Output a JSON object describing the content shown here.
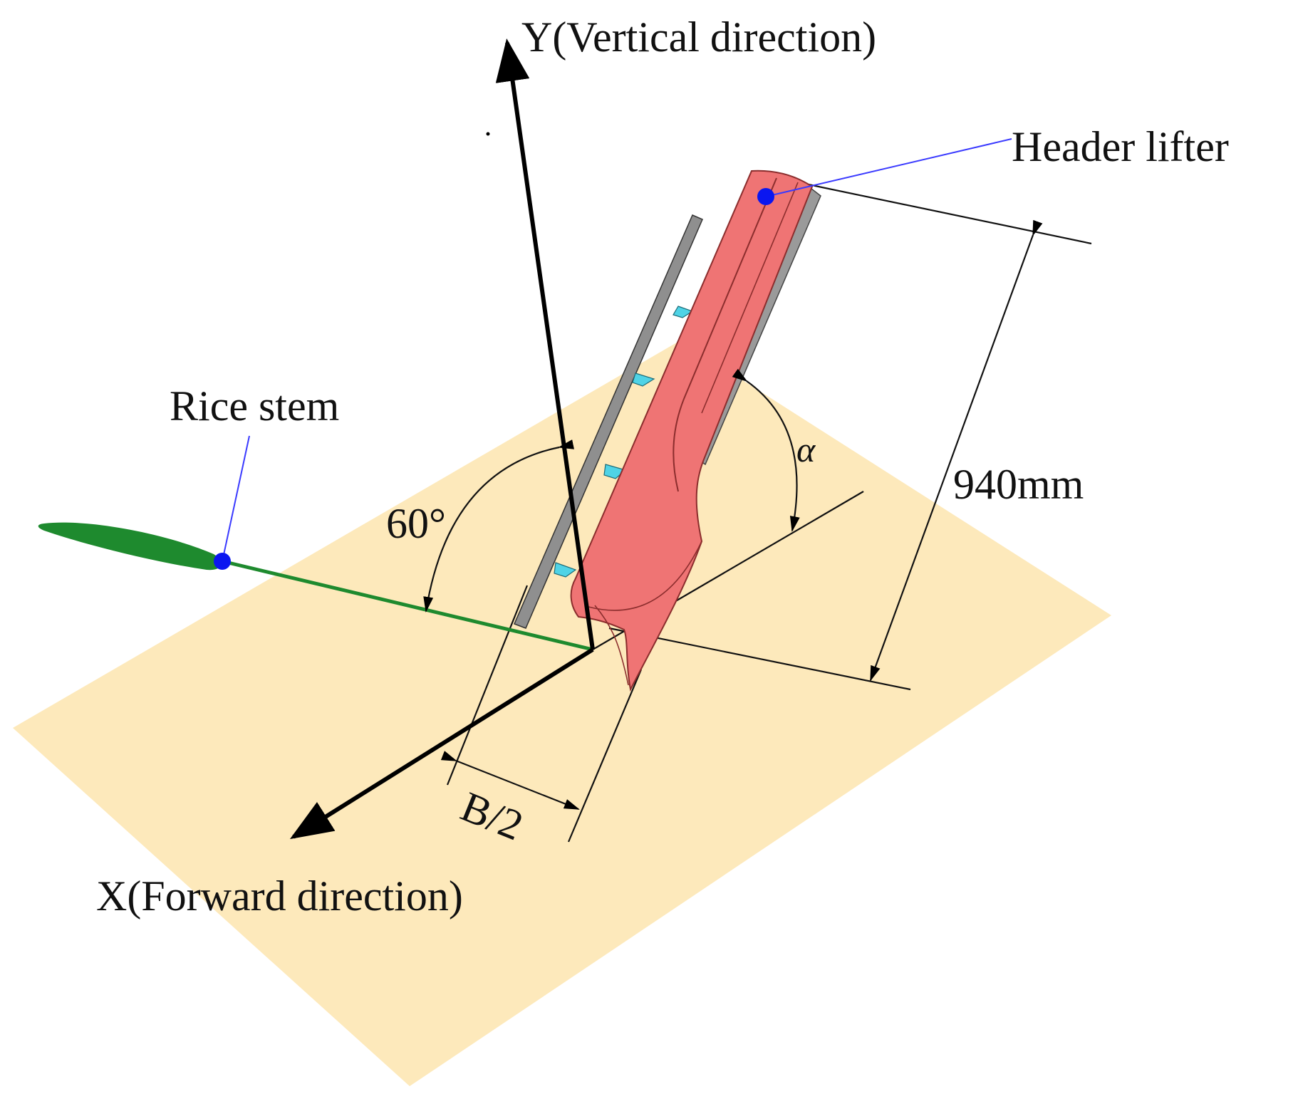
{
  "labels": {
    "y_axis": "Y(Vertical direction)",
    "x_axis": "X(Forward direction)",
    "header_lifter": "Header lifter",
    "rice_stem": "Rice stem",
    "angle_60": "60°",
    "angle_alpha": "α",
    "length": "940mm",
    "half_width": "B/2"
  },
  "colors": {
    "ground_plane": "#fde9bb",
    "lifter_body": "#ef7474",
    "lifter_edge": "#8b2d2d",
    "rail": "#8f8f8f",
    "tine": "#4fd3e6",
    "rice_stem": "#1e8a2e",
    "marker": "#0a16f0",
    "leader_line": "#3a3aff"
  },
  "icons": {
    "point_marker": "blue-dot-marker",
    "arrowhead": "filled-triangle-arrowhead"
  }
}
